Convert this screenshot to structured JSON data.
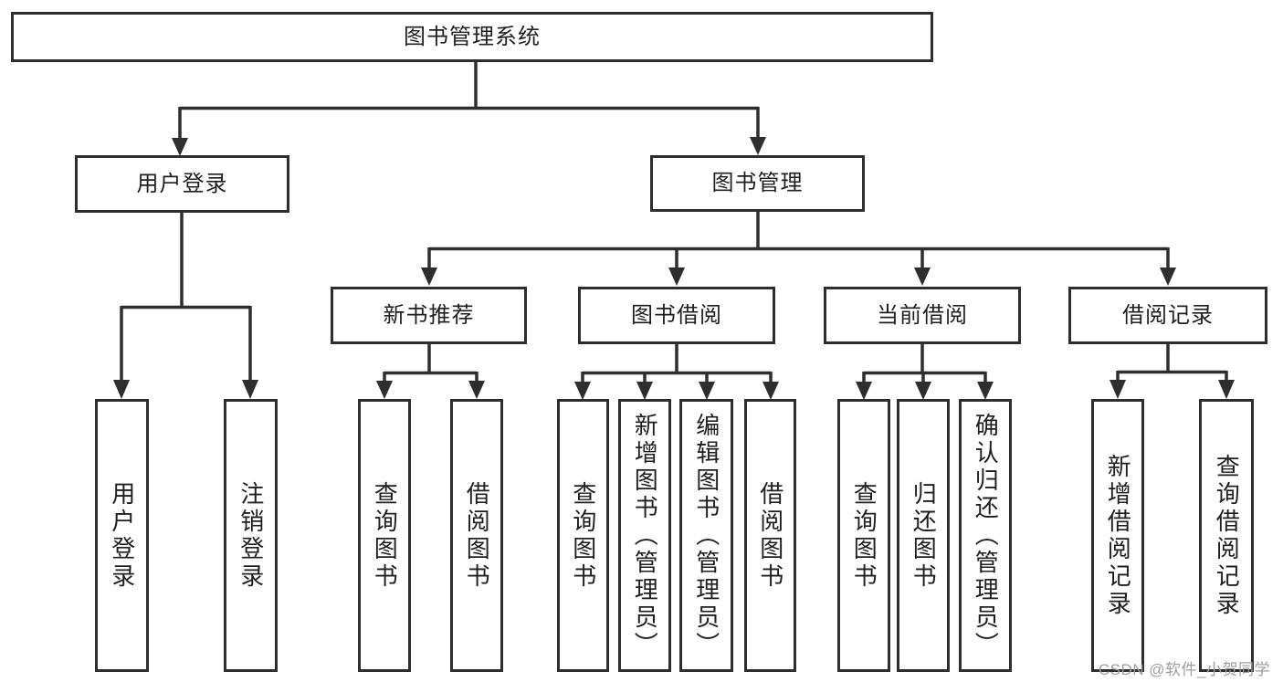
{
  "tree": {
    "label": "图书管理系统",
    "children": [
      {
        "label": "用户登录",
        "children": [
          {
            "label": "用户登录"
          },
          {
            "label": "注销登录"
          }
        ]
      },
      {
        "label": "图书管理",
        "children": [
          {
            "label": "新书推荐",
            "children": [
              {
                "label": "查询图书"
              },
              {
                "label": "借阅图书"
              }
            ]
          },
          {
            "label": "图书借阅",
            "children": [
              {
                "label": "查询图书"
              },
              {
                "label": "新增图书（管理员）"
              },
              {
                "label": "编辑图书（管理员）"
              },
              {
                "label": "借阅图书"
              }
            ]
          },
          {
            "label": "当前借阅",
            "children": [
              {
                "label": "查询图书"
              },
              {
                "label": "归还图书"
              },
              {
                "label": "确认归还（管理员）"
              }
            ]
          },
          {
            "label": "借阅记录",
            "children": [
              {
                "label": "新增借阅记录"
              },
              {
                "label": "查询借阅记录"
              }
            ]
          }
        ]
      }
    ]
  },
  "watermark": {
    "text": "CSDN @软件_小贺同学"
  },
  "colors": {
    "line": "#2e2e2e",
    "border": "#2e2e2e",
    "text": "#1f1f1f",
    "watermark": "#9e9e9e",
    "background": "#ffffff"
  }
}
